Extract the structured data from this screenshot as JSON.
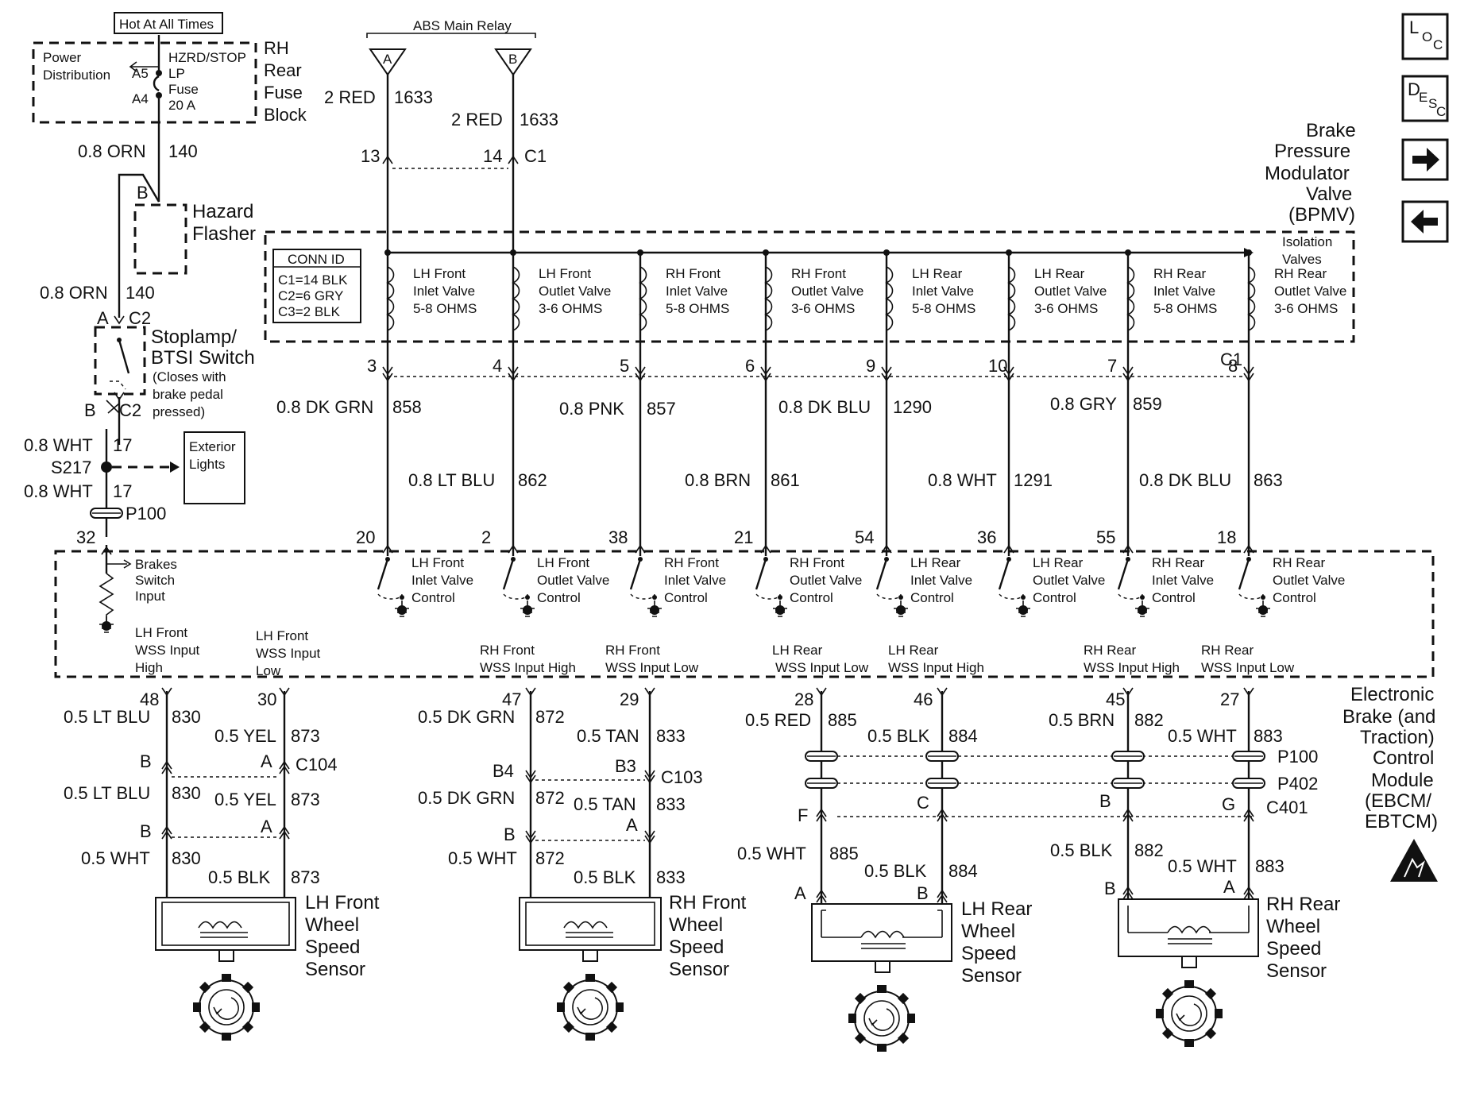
{
  "top": {
    "hot_at_all_times": "Hot At All Times",
    "power_distribution": [
      "Power",
      "Distribution"
    ],
    "fuse_pins": [
      "A5",
      "A4"
    ],
    "fuse_name": [
      "HZRD/STOP",
      "LP",
      "Fuse",
      "20 A"
    ],
    "fuse_block": [
      "RH",
      "Rear",
      "Fuse",
      "Block"
    ],
    "abs_relay": "ABS Main Relay",
    "relay_terminals": [
      "A",
      "B"
    ],
    "relay_wires": [
      {
        "color": "2 RED",
        "circuit": "1633",
        "pin": "13"
      },
      {
        "color": "2 RED",
        "circuit": "1633",
        "pin": "14",
        "conn": "C1"
      }
    ]
  },
  "left_chain": {
    "wire1": {
      "color": "0.8 ORN",
      "circuit": "140"
    },
    "flasher_pin": "B",
    "flasher": [
      "Hazard",
      "Flasher"
    ],
    "wire2": {
      "color": "0.8 ORN",
      "circuit": "140"
    },
    "stoplamp_top": {
      "pin": "A",
      "conn": "C2"
    },
    "stoplamp": [
      "Stoplamp/",
      "BTSI Switch",
      "(Closes with",
      "brake pedal",
      "pressed)"
    ],
    "stoplamp_bot": {
      "pin": "B",
      "conn": "C2"
    },
    "wire3": {
      "color": "0.8 WHT",
      "circuit": "17"
    },
    "splice": "S217",
    "exterior": [
      "Exterior",
      "Lights"
    ],
    "wire4": {
      "color": "0.8 WHT",
      "circuit": "17"
    },
    "p100": "P100",
    "pin32": "32"
  },
  "bpmv": {
    "title": [
      "Brake",
      "Pressure",
      "Modulator",
      "Valve",
      "(BPMV)"
    ],
    "conn_id_title": "CONN ID",
    "conn_id": [
      "C1=14 BLK",
      "C2=6 GRY",
      "C3=2 BLK"
    ],
    "isolation": [
      "Isolation",
      "Valves"
    ],
    "valves": [
      [
        "LH Front",
        "Inlet Valve",
        "5-8 OHMS"
      ],
      [
        "LH Front",
        "Outlet Valve",
        "3-6 OHMS"
      ],
      [
        "RH Front",
        "Inlet Valve",
        "5-8 OHMS"
      ],
      [
        "RH Front",
        "Outlet Valve",
        "3-6 OHMS"
      ],
      [
        "LH Rear",
        "Inlet Valve",
        "5-8 OHMS"
      ],
      [
        "LH Rear",
        "Outlet Valve",
        "3-6 OHMS"
      ],
      [
        "RH Rear",
        "Inlet Valve",
        "5-8 OHMS"
      ],
      [
        "RH Rear",
        "Outlet Valve",
        "3-6 OHMS"
      ]
    ],
    "c1_pins": [
      "3",
      "4",
      "5",
      "6",
      "9",
      "10",
      "7",
      "8"
    ],
    "c1_label": "C1"
  },
  "valve_wires": [
    {
      "color": "0.8 DK GRN",
      "circuit": "858"
    },
    {
      "color": "0.8 LT BLU",
      "circuit": "862"
    },
    {
      "color": "0.8 PNK",
      "circuit": "857"
    },
    {
      "color": "0.8 BRN",
      "circuit": "861"
    },
    {
      "color": "0.8 DK BLU",
      "circuit": "1290"
    },
    {
      "color": "0.8 WHT",
      "circuit": "1291"
    },
    {
      "color": "0.8 GRY",
      "circuit": "859"
    },
    {
      "color": "0.8 DK BLU",
      "circuit": "863"
    }
  ],
  "ebcm": {
    "title": [
      "Electronic",
      "Brake (and",
      "Traction)",
      "Control",
      "Module",
      "(EBCM/",
      "EBTCM)"
    ],
    "valve_pins": [
      "20",
      "2",
      "38",
      "21",
      "54",
      "36",
      "55",
      "18"
    ],
    "controls": [
      [
        "LH Front",
        "Inlet Valve",
        "Control"
      ],
      [
        "LH Front",
        "Outlet Valve",
        "Control"
      ],
      [
        "RH Front",
        "Inlet Valve",
        "Control"
      ],
      [
        "RH Front",
        "Outlet Valve",
        "Control"
      ],
      [
        "LH Rear",
        "Inlet Valve",
        "Control"
      ],
      [
        "LH Rear",
        "Outlet Valve",
        "Control"
      ],
      [
        "RH Rear",
        "Inlet Valve",
        "Control"
      ],
      [
        "RH Rear",
        "Outlet Valve",
        "Control"
      ]
    ],
    "brake_switch": [
      "Brakes",
      "Switch",
      "Input"
    ],
    "wss_labels": [
      [
        "LH Front",
        "WSS Input",
        "High"
      ],
      [
        "LH Front",
        "WSS Input",
        "Low"
      ],
      [
        "RH Front",
        "WSS Input High"
      ],
      [
        "RH Front",
        "WSS Input Low"
      ],
      [
        "LH Rear",
        "WSS Input Low"
      ],
      [
        "LH Rear",
        "WSS Input High"
      ],
      [
        "RH Rear",
        "WSS Input High"
      ],
      [
        "RH Rear",
        "WSS Input Low"
      ]
    ],
    "wss_pins": [
      "48",
      "30",
      "47",
      "29",
      "28",
      "46",
      "45",
      "27"
    ]
  },
  "sensors": {
    "lf": {
      "w1": {
        "color": "0.5 LT BLU",
        "circuit": "830"
      },
      "w2": {
        "color": "0.5 YEL",
        "circuit": "873"
      },
      "c104": {
        "left": "B",
        "right": "A",
        "conn": "C104"
      },
      "w3": {
        "color": "0.5 LT BLU",
        "circuit": "830"
      },
      "w4": {
        "color": "0.5 YEL",
        "circuit": "873"
      },
      "pins2": {
        "left": "B",
        "right": "A"
      },
      "w5": {
        "color": "0.5 WHT",
        "circuit": "830"
      },
      "w6": {
        "color": "0.5 BLK",
        "circuit": "873"
      },
      "label": [
        "LH Front",
        "Wheel",
        "Speed",
        "Sensor"
      ]
    },
    "rf": {
      "w1": {
        "color": "0.5 DK GRN",
        "circuit": "872"
      },
      "w2": {
        "color": "0.5 TAN",
        "circuit": "833"
      },
      "c103": {
        "left": "B4",
        "right": "B3",
        "conn": "C103"
      },
      "w3": {
        "color": "0.5 DK GRN",
        "circuit": "872"
      },
      "w4": {
        "color": "0.5 TAN",
        "circuit": "833"
      },
      "pins2": {
        "left": "B",
        "right": "A"
      },
      "w5": {
        "color": "0.5 WHT",
        "circuit": "872"
      },
      "w6": {
        "color": "0.5 BLK",
        "circuit": "833"
      },
      "label": [
        "RH Front",
        "Wheel",
        "Speed",
        "Sensor"
      ]
    },
    "lr": {
      "w1": {
        "color": "0.5 RED",
        "circuit": "885"
      },
      "w2": {
        "color": "0.5 BLK",
        "circuit": "884"
      },
      "c401": {
        "left": "F",
        "right": "C"
      },
      "w5": {
        "color": "0.5 WHT",
        "circuit": "885"
      },
      "w6": {
        "color": "0.5 BLK",
        "circuit": "884"
      },
      "pins2": {
        "left": "A",
        "right": "B"
      },
      "label": [
        "LH Rear",
        "Wheel",
        "Speed",
        "Sensor"
      ]
    },
    "rr": {
      "w1": {
        "color": "0.5 BRN",
        "circuit": "882"
      },
      "w2": {
        "color": "0.5 WHT",
        "circuit": "883"
      },
      "c401": {
        "left": "B",
        "right": "G"
      },
      "w5": {
        "color": "0.5 BLK",
        "circuit": "882"
      },
      "w6": {
        "color": "0.5 WHT",
        "circuit": "883"
      },
      "pins2": {
        "left": "B",
        "right": "A"
      },
      "label": [
        "RH Rear",
        "Wheel",
        "Speed",
        "Sensor"
      ]
    },
    "p100": "P100",
    "p402": "P402",
    "c401": "C401"
  },
  "nav": {
    "loc": [
      "L",
      "O",
      "C"
    ],
    "desc": [
      "D",
      "E",
      "S",
      "C"
    ]
  }
}
